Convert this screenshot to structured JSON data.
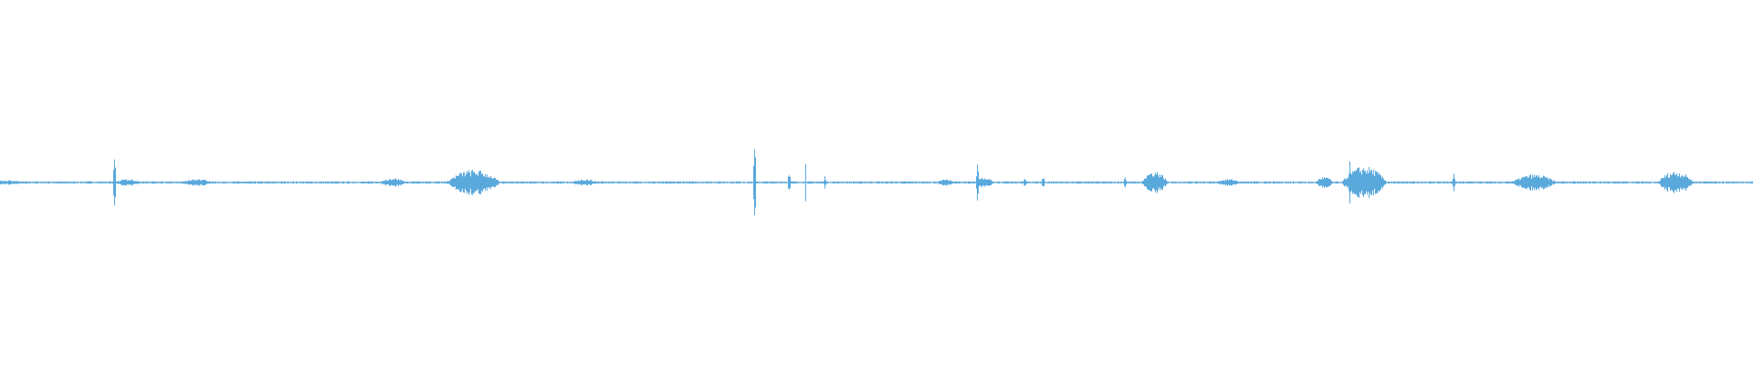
{
  "waveform": {
    "color": "#5aa9dd",
    "background": "#ffffff",
    "duration_seconds": 1920,
    "amplitude_range": [
      -1,
      1
    ],
    "baseline_amplitude": 0.0,
    "noise_floor_amplitude": 0.01,
    "events": [
      {
        "time": 8,
        "peak": 0.02,
        "span": 40
      },
      {
        "time": 125,
        "peak": 0.2,
        "span": 4
      },
      {
        "time": 140,
        "peak": 0.03,
        "span": 30
      },
      {
        "time": 215,
        "peak": 0.03,
        "span": 40
      },
      {
        "time": 430,
        "peak": 0.04,
        "span": 30
      },
      {
        "time": 518,
        "peak": 0.11,
        "span": 60
      },
      {
        "time": 640,
        "peak": 0.03,
        "span": 30
      },
      {
        "time": 826,
        "peak": 0.35,
        "span": 4
      },
      {
        "time": 864,
        "peak": 0.08,
        "span": 4
      },
      {
        "time": 882,
        "peak": 0.3,
        "span": 2
      },
      {
        "time": 903,
        "peak": 0.06,
        "span": 3
      },
      {
        "time": 1035,
        "peak": 0.03,
        "span": 20
      },
      {
        "time": 1070,
        "peak": 0.2,
        "span": 3
      },
      {
        "time": 1078,
        "peak": 0.05,
        "span": 20
      },
      {
        "time": 1122,
        "peak": 0.05,
        "span": 3
      },
      {
        "time": 1142,
        "peak": 0.05,
        "span": 4
      },
      {
        "time": 1232,
        "peak": 0.05,
        "span": 4
      },
      {
        "time": 1264,
        "peak": 0.1,
        "span": 30
      },
      {
        "time": 1345,
        "peak": 0.03,
        "span": 30
      },
      {
        "time": 1450,
        "peak": 0.05,
        "span": 20
      },
      {
        "time": 1478,
        "peak": 0.18,
        "span": 3
      },
      {
        "time": 1494,
        "peak": 0.14,
        "span": 50
      },
      {
        "time": 1592,
        "peak": 0.09,
        "span": 3
      },
      {
        "time": 1680,
        "peak": 0.07,
        "span": 50
      },
      {
        "time": 1835,
        "peak": 0.1,
        "span": 40
      }
    ]
  }
}
